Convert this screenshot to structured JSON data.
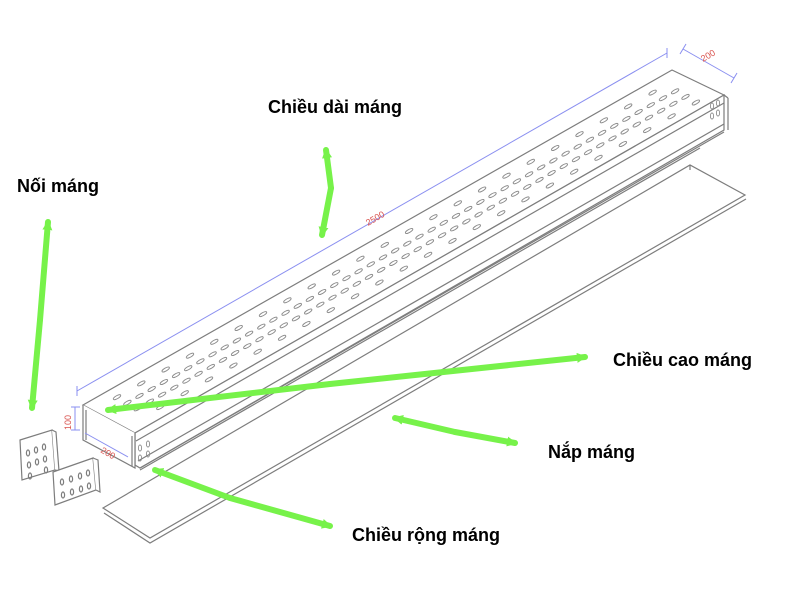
{
  "labels": {
    "length": "Chiều dài máng",
    "connector": "Nối máng",
    "height": "Chiều cao máng",
    "cover": "Nắp máng",
    "width": "Chiều rộng máng"
  },
  "dimensions": {
    "length": "2500",
    "width_top": "200",
    "width_bottom": "200",
    "height": "100"
  },
  "colors": {
    "arrow": "#77f24a",
    "dimension": "#d9534f",
    "dimension_line": "#8a8ff0",
    "outline": "#7d7d7d",
    "text": "#000000"
  }
}
